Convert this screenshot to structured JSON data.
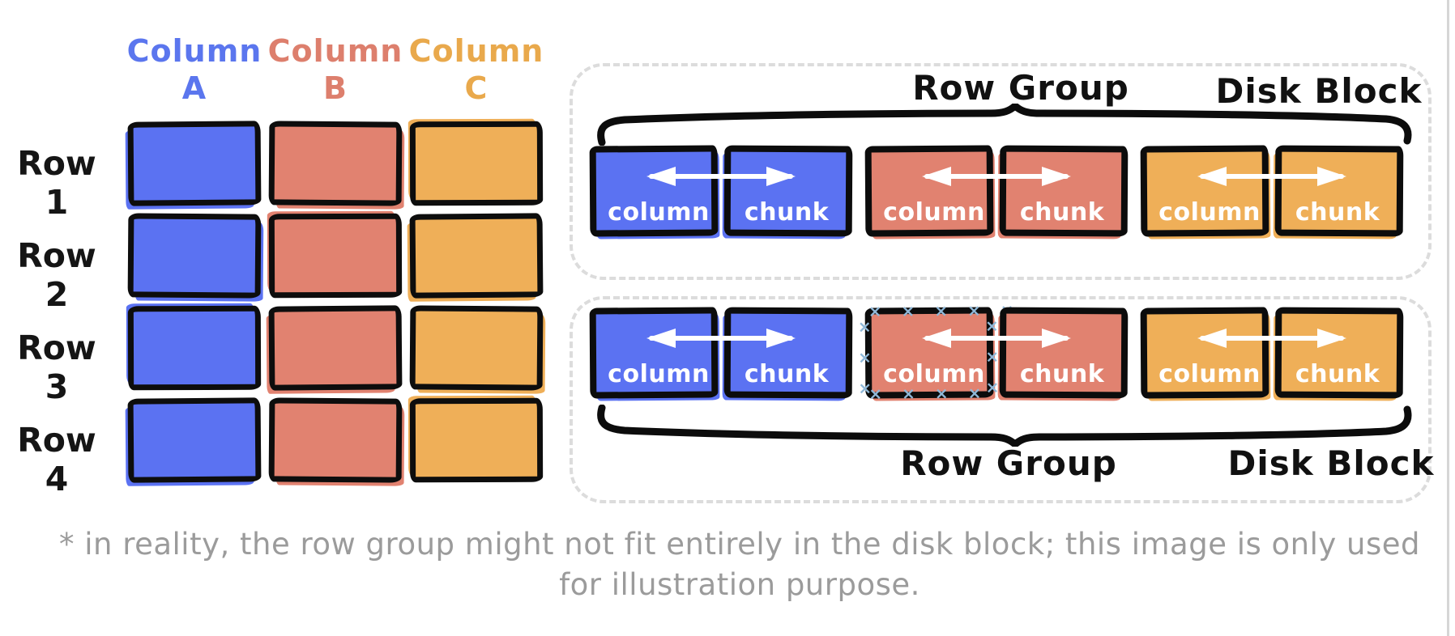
{
  "table": {
    "columns": [
      {
        "label_line1": "Column",
        "label_line2": "A",
        "color": "#5B72F2",
        "text_color": "#5B76EE"
      },
      {
        "label_line1": "Column",
        "label_line2": "B",
        "color": "#E18270",
        "text_color": "#DD7F6D"
      },
      {
        "label_line1": "Column",
        "label_line2": "C",
        "color": "#EFAF58",
        "text_color": "#E9A94C"
      }
    ],
    "rows": [
      {
        "label": "Row 1"
      },
      {
        "label": "Row 2"
      },
      {
        "label": "Row 3"
      },
      {
        "label": "Row 4"
      }
    ]
  },
  "row_groups": [
    {
      "row_group_label": "Row Group",
      "disk_block_label": "Disk Block",
      "labels_position": "top",
      "pairs": [
        {
          "color": "#5B72F2",
          "left_label": "column",
          "right_label": "chunk",
          "highlighted": false
        },
        {
          "color": "#E18270",
          "left_label": "column",
          "right_label": "chunk",
          "highlighted": false
        },
        {
          "color": "#EFAF58",
          "left_label": "column",
          "right_label": "chunk",
          "highlighted": false
        }
      ]
    },
    {
      "row_group_label": "Row Group",
      "disk_block_label": "Disk Block",
      "labels_position": "bottom",
      "pairs": [
        {
          "color": "#5B72F2",
          "left_label": "column",
          "right_label": "chunk",
          "highlighted": false
        },
        {
          "color": "#E18270",
          "left_label": "column",
          "right_label": "chunk",
          "highlighted": true
        },
        {
          "color": "#EFAF58",
          "left_label": "column",
          "right_label": "chunk",
          "highlighted": false
        }
      ]
    }
  ],
  "stitch": {
    "h": "×××××",
    "v": "×\n×\n×"
  },
  "footnote": {
    "line1": "* in reality, the row group might not fit entirely in the disk block; this image is only used",
    "line2": "for illustration purpose."
  },
  "colors": {
    "blue": "#5B72F2",
    "salmon": "#E18270",
    "orange": "#EFAF58",
    "ink": "#0D0D0D",
    "dashed_border": "#DCDCDC",
    "footnote_gray": "#9B9B9B",
    "stitch_blue": "#8FB8D8",
    "arrow_white": "#FFFFFF",
    "page_edge_gray": "#D6D6D6"
  }
}
